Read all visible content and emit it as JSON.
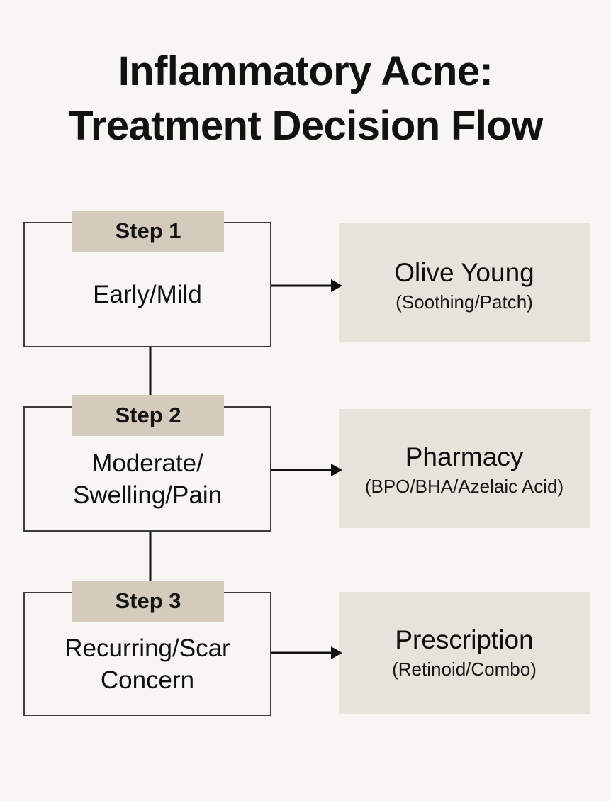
{
  "title": {
    "line1": "Inflammatory Acne:",
    "line2": "Treatment Decision Flow"
  },
  "colors": {
    "background": "#F7F6F2",
    "step_chip": "#D5CBBD",
    "outcome_box": "#E6E3DA",
    "border": "#3B3B3B",
    "text": "#101010"
  },
  "flow": {
    "steps": [
      {
        "chip": "Step 1",
        "condition": "Early/Mild",
        "outcome_title": "Olive Young",
        "outcome_sub": "(Soothing/Patch)"
      },
      {
        "chip": "Step 2",
        "condition": "Moderate/\nSwelling/Pain",
        "outcome_title": "Pharmacy",
        "outcome_sub": "(BPO/BHA/Azelaic Acid)"
      },
      {
        "chip": "Step 3",
        "condition": "Recurring/Scar\nConcern",
        "outcome_title": "Prescription",
        "outcome_sub": "(Retinoid/Combo)"
      }
    ]
  }
}
